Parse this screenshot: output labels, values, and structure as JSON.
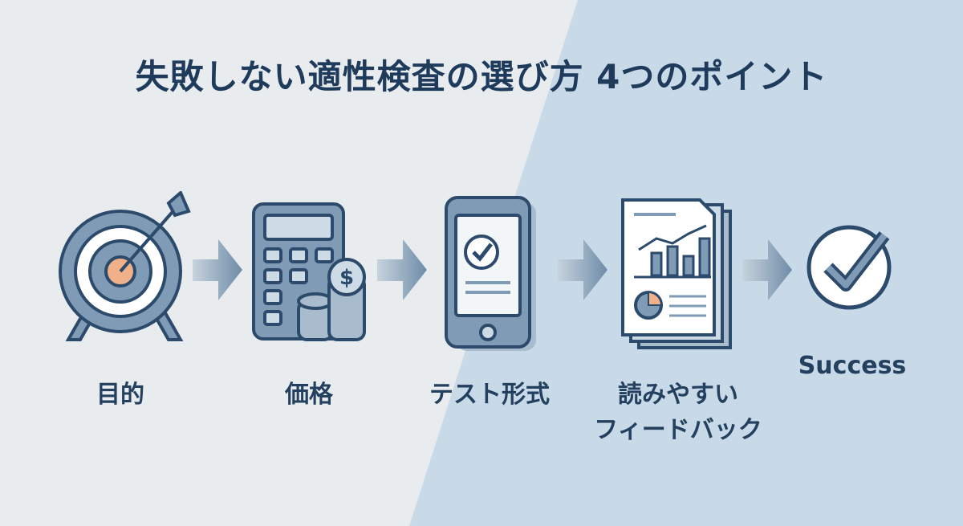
{
  "title": "失敗しない適性検査の選び方 4つのポイント",
  "steps": [
    {
      "label": "目的",
      "icon": "target-icon"
    },
    {
      "label": "価格",
      "icon": "calculator-coins-icon"
    },
    {
      "label": "テスト形式",
      "icon": "smartphone-check-icon"
    },
    {
      "label_line1": "読みやすい",
      "label_line2": "フィードバック",
      "icon": "report-icon"
    },
    {
      "label": "Success",
      "icon": "check-circle-icon"
    }
  ],
  "colors": {
    "dark": "#2c4a6b",
    "mid": "#7f9bb5",
    "light": "#cddbe7",
    "accent": "#f0b08a",
    "title": "#1f3b5c"
  }
}
